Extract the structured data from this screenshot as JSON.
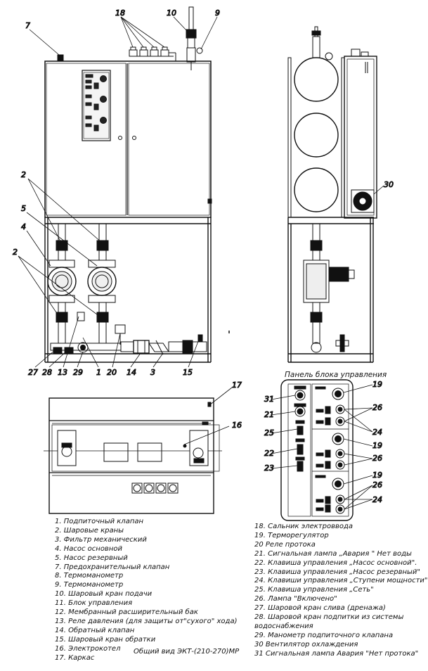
{
  "callouts": {
    "front": {
      "c7": "7",
      "c18": "18",
      "c10": "10",
      "c9": "9",
      "c2a": "2",
      "c5": "5",
      "c4": "4",
      "c2b": "2",
      "c27": "27",
      "c28": "28",
      "c13": "13",
      "c29": "29",
      "c1": "1",
      "c20": "20",
      "c14": "14",
      "c3": "3",
      "c15": "15"
    },
    "side": {
      "c30": "30"
    },
    "top": {
      "c17": "17",
      "c16": "16"
    },
    "panel": {
      "c31": "31",
      "c21": "21",
      "c25": "25",
      "c22": "22",
      "c23": "23",
      "c19a": "19",
      "c26a": "26",
      "c24a": "24",
      "c19b": "19",
      "c26b": "26",
      "c19c": "19",
      "c26c": "26",
      "c24b": "24"
    }
  },
  "panel_title": "Панель блока управления",
  "legend_left": [
    "1. Подпиточный клапан",
    "2. Шаровые краны",
    "3. Фильтр механический",
    "4. Насос основной",
    "5. Насос резервный",
    "7. Предохранительный клапан",
    "8. Термоманометр",
    "9. Термоманометр",
    "10. Шаровый кран подачи",
    "11. Блок управления",
    "12. Мембранный расширительный бак",
    "13. Реле давления (для защиты от\"сухого\" хода)",
    "14. Обратный клапан",
    "15. Шаровый кран обратки",
    "16. Электрокотел",
    "17. Каркас"
  ],
  "legend_right": [
    "18. Сальник электроввода",
    "19. Терморегулятор",
    "20 Реле протока",
    "21. Сигнальная лампа „Авария \" Нет воды",
    "22. Клавиша управления „Насос основной\".",
    "23. Клавиша управления „Насос резервный\"",
    "24. Клавиши управления „Ступени мощности\"",
    "25. Клавиша управления „Сеть\"",
    "26. Лампа \"Включено\"",
    "27. Шаровой кран слива (дренажа)",
    "28. Шаровой кран подпитки из системы",
    "водоснабжения",
    "29. Манометр подпиточного клапана",
    "30 Вентилятор охлаждения",
    "31 Сигнальная лампа Авария \"Нет протока\""
  ],
  "caption": "Общий вид ЭКТ-(210-270)МР"
}
